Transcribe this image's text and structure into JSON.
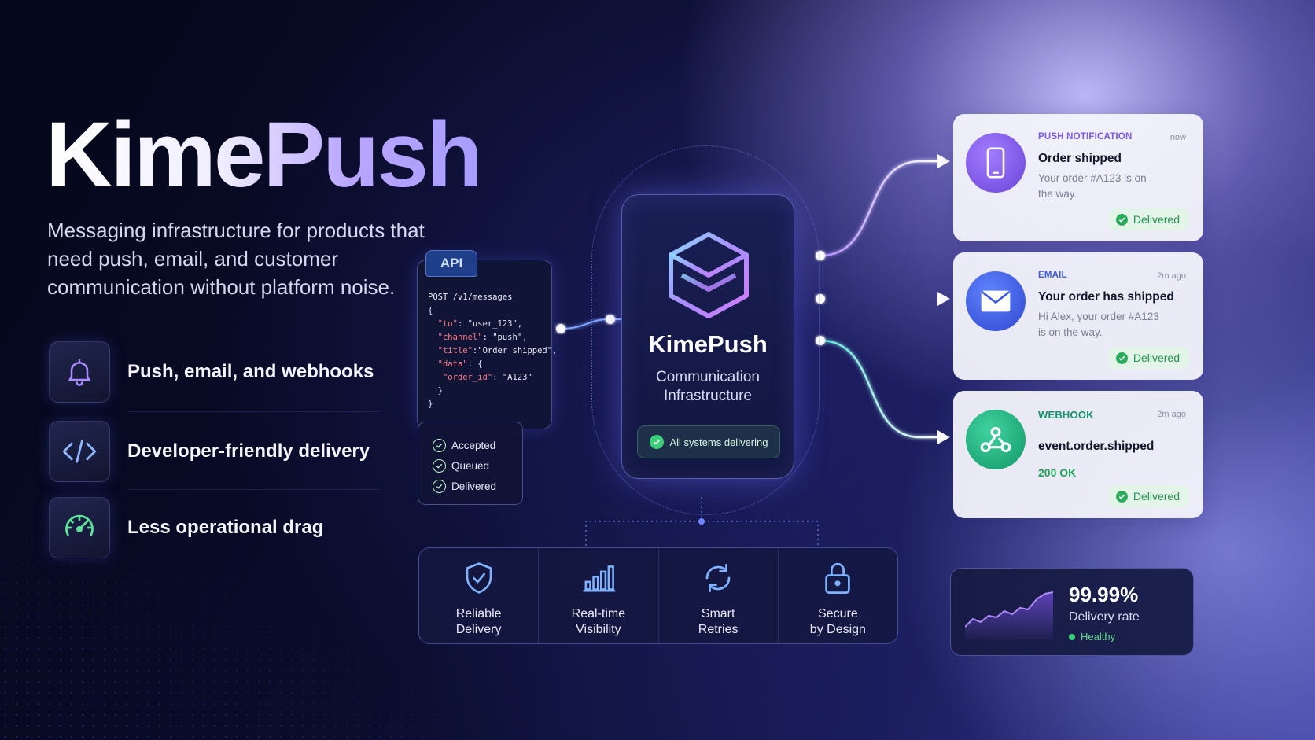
{
  "hero": {
    "brand": "KimePush",
    "tagline": "Messaging infrastructure for products that need push, email, and customer communication without platform noise."
  },
  "features": [
    {
      "label": "Push, email, and webhooks",
      "icon": "bell-icon"
    },
    {
      "label": "Developer-friendly delivery",
      "icon": "code-icon"
    },
    {
      "label": "Less operational drag",
      "icon": "speedometer-icon"
    }
  ],
  "api": {
    "tab": "API",
    "request_line": "POST /v1/messages",
    "body_open": "{",
    "to_key": "\"to\"",
    "to_val": ": \"user_123\",",
    "channel_key": "\"channel\"",
    "channel_val": ": \"push\",",
    "title_key": "\"title\"",
    "title_val": ":\"Order shipped\",",
    "data_key": "\"data\"",
    "data_val": ": {",
    "order_key": "\"order_id\"",
    "order_val": ": \"A123\"",
    "inner_close": "}",
    "body_close": "}"
  },
  "statuses": [
    "Accepted",
    "Queued",
    "Delivered"
  ],
  "core": {
    "title": "KimePush",
    "subtitle_line1": "Communication",
    "subtitle_line2": "Infrastructure",
    "status": "All systems delivering"
  },
  "capabilities": [
    {
      "label": "Reliable\nDelivery",
      "icon": "shield-check-icon"
    },
    {
      "label": "Real-time\nVisibility",
      "icon": "bar-chart-icon"
    },
    {
      "label": "Smart\nRetries",
      "icon": "retry-icon"
    },
    {
      "label": "Secure\nby Design",
      "icon": "lock-icon"
    }
  ],
  "notifications": [
    {
      "type": "PUSH NOTIFICATION",
      "time": "now",
      "title": "Order shipped",
      "body": "Your order #A123 is on the way.",
      "status": "Delivered",
      "accent": "#7b56e8",
      "icon": "phone-icon"
    },
    {
      "type": "EMAIL",
      "time": "2m ago",
      "title": "Your order has shipped",
      "body": "Hi Alex, your order #A123 is on the way.",
      "status": "Delivered",
      "accent": "#3d5be6",
      "icon": "envelope-icon"
    },
    {
      "type": "WEBHOOK",
      "time": "2m ago",
      "title": "event.order.shipped",
      "result": "200 OK",
      "status": "Delivered",
      "accent": "#1fae7e",
      "icon": "webhook-icon"
    }
  ],
  "stats": {
    "value": "99.99%",
    "label": "Delivery rate",
    "health": "Healthy"
  }
}
